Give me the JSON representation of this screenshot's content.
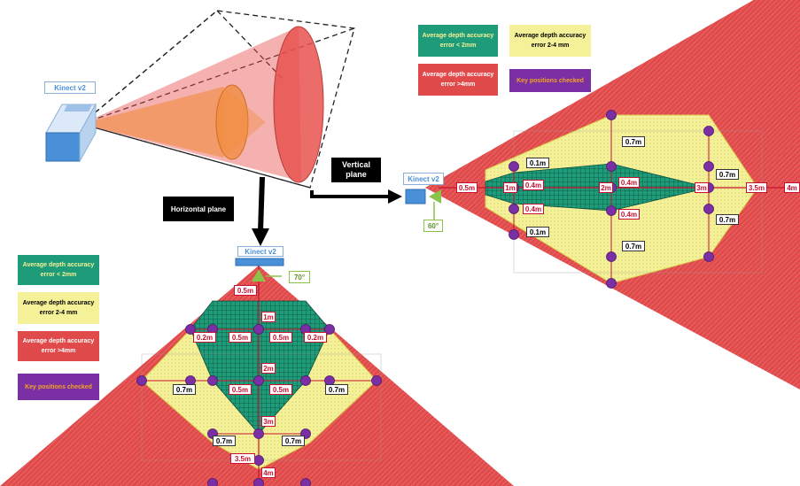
{
  "colors": {
    "red": "#e04a4a",
    "yellow": "#f5f199",
    "green": "#1e9b78",
    "purple": "#7a2fa5",
    "orange_text": "#f4a320",
    "label_red": "#c8102e",
    "sensor_blue": "#4a90d9",
    "cone_red": "#e8524f",
    "cone_orange": "#f08b3b",
    "arrow_green": "#8bc34a"
  },
  "sensor": {
    "name_top": "Kinect v2",
    "name_vertical": "Kinect v2",
    "name_horizontal": "Kinect v2"
  },
  "planes": {
    "vertical": "Vertical plane",
    "horizontal": "Horizontal plane"
  },
  "angles": {
    "vertical_fov": "60°",
    "horizontal_fov": "70°"
  },
  "legend": {
    "green": "Average depth accuracy error < 2mm",
    "yellow": "Average depth accuracy error 2-4 mm",
    "red": "Average depth accuracy error >4mm",
    "purple": "Key positions checked"
  },
  "vertical_labels": {
    "d05": "0.5m",
    "d1": "1m",
    "d2": "2m",
    "d3": "3m",
    "d35": "3.5m",
    "d4": "4m",
    "w01a": "0.1m",
    "w01b": "0.1m",
    "w04a": "0.4m",
    "w04b": "0.4m",
    "w04c": "0.4m",
    "w04d": "0.4m",
    "w07a": "0.7m",
    "w07b": "0.7m",
    "w07c": "0.7m",
    "w07d": "0.7m"
  },
  "horizontal_labels": {
    "d05": "0.5m",
    "d1": "1m",
    "d2": "2m",
    "d3": "3m",
    "d35": "3.5m",
    "d4": "4m",
    "w02a": "0.2m",
    "w02b": "0.2m",
    "w05a": "0.5m",
    "w05b": "0.5m",
    "w05c": "0.5m",
    "w05d": "0.5m",
    "w07a": "0.7m",
    "w07b": "0.7m",
    "w07c": "0.7m",
    "w07d": "0.7m"
  }
}
